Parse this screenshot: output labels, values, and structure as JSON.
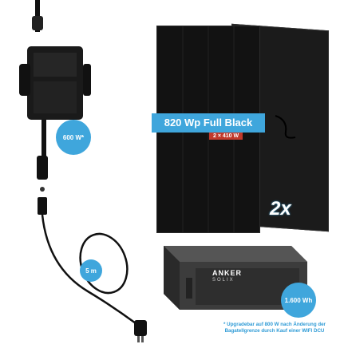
{
  "inverter": {
    "power_badge": "600 W*"
  },
  "panels": {
    "label": "820 Wp Full Black",
    "sub_label": "2 × 410 W",
    "quantity": "2x"
  },
  "cable": {
    "length_badge": "5 m"
  },
  "battery": {
    "brand": "ANKER",
    "sub_brand": "SOLIX",
    "capacity_badge": "1.600 Wh"
  },
  "footnote": {
    "line1": "* Upgradebar auf 800 W nach Änderung der",
    "line2": "Bagatellgrenze durch Kauf einer WIFI DCU"
  },
  "colors": {
    "accent": "#3fa6dc",
    "panel": "#141414",
    "accent_dark": "#c0392b"
  }
}
